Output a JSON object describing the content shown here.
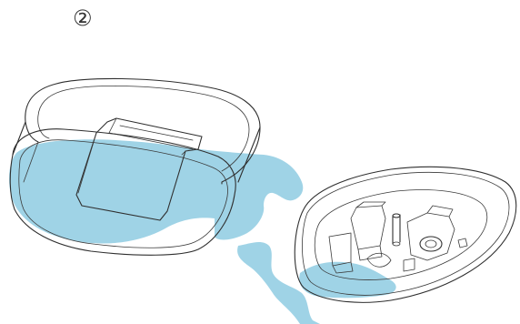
{
  "step": {
    "number_label": "②"
  },
  "colors": {
    "water": "#9fd3e6",
    "line_art": "#2f2f2f",
    "background": "#ffffff"
  },
  "figure": {
    "objects": [
      {
        "name": "open-lid",
        "description_icon": "lid-outline"
      },
      {
        "name": "base-unit",
        "description_icon": "base-outline"
      }
    ]
  }
}
